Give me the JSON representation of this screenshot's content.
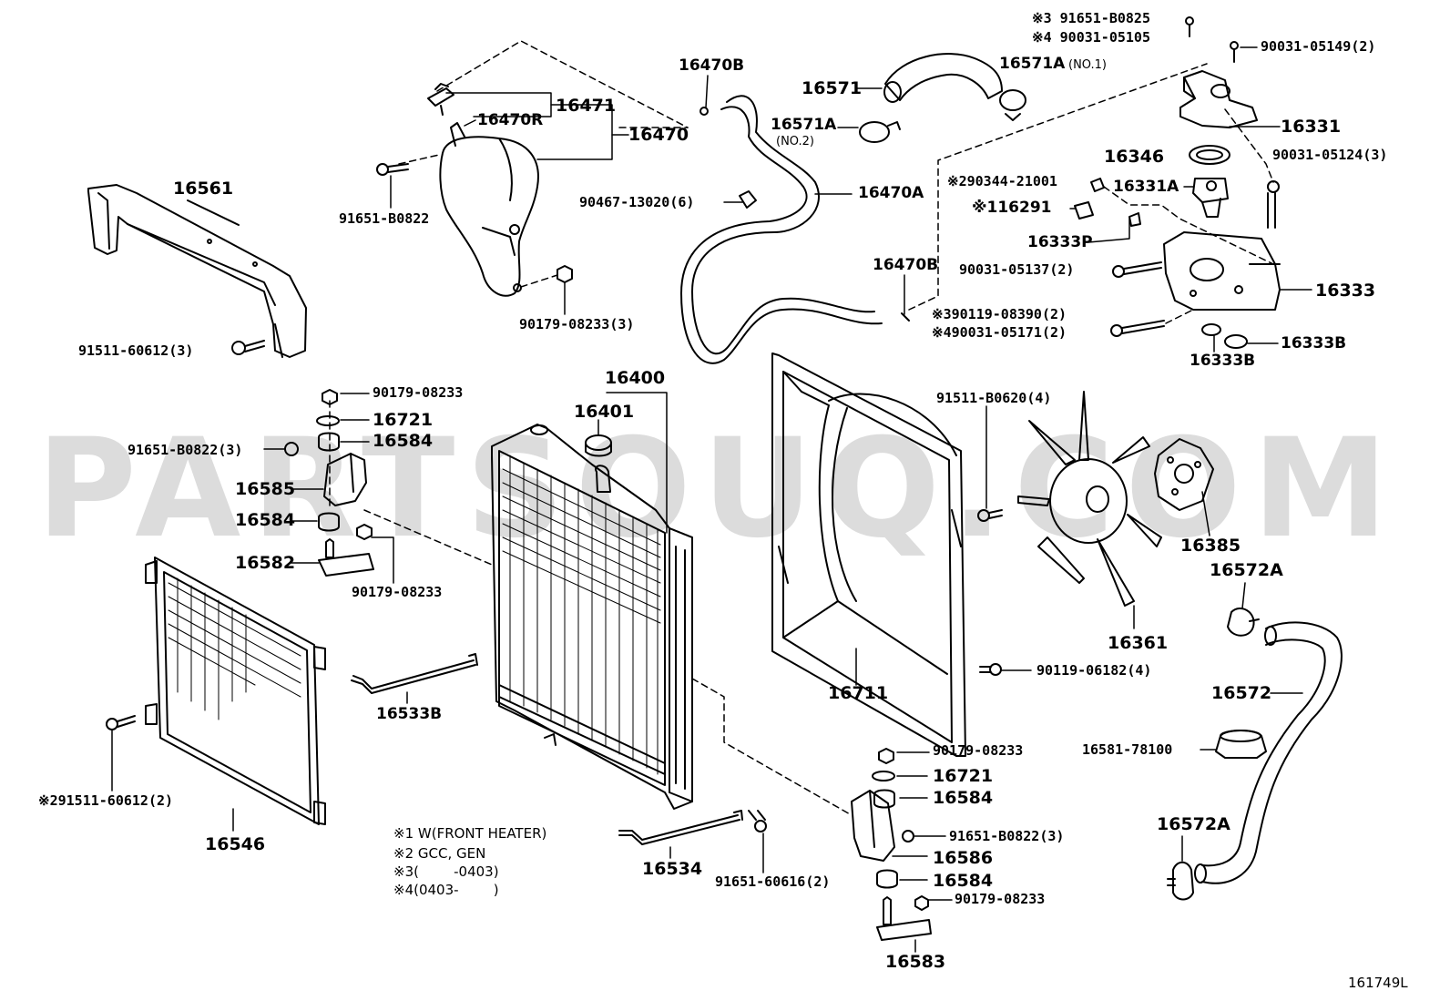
{
  "watermark": "PARTSOUQ.COM",
  "diagram_id": "161749L",
  "notes": [
    "※1 W(FRONT HEATER)",
    "※2 GCC, GEN",
    "※3(        -0403)",
    "※4(0403-        )"
  ],
  "labels": {
    "p16470B_top": "16470B",
    "p16471": "16471",
    "p16470R": "16470R",
    "p16470": "16470",
    "p91651B0822_a": "91651-B0822",
    "p90467": "90467-13020(6)",
    "p16470A": "16470A",
    "p16470B_mid": "16470B",
    "p90179_08233_3": "90179-08233(3)",
    "p16561": "16561",
    "p91511_60612_3": "91511-60612(3)",
    "p16571": "16571",
    "p16571A_no1": "16571A",
    "no1": "(NO.1)",
    "p16571A_no2": "16571A",
    "no2": "(NO.2)",
    "s3": "※3 91651-B0825",
    "s4": "※4 90031-05105",
    "p90031_05149": "90031-05149(2)",
    "p16331": "16331",
    "p16346": "16346",
    "p90031_05124": "90031-05124(3)",
    "s2_90344": "※290344-21001",
    "p16331A": "16331A",
    "s1_16291": "※116291",
    "p16333P": "16333P",
    "p90031_05137": "90031-05137(2)",
    "p16333": "16333",
    "s3_90119": "※390119-08390(2)",
    "s4_90031": "※490031-05171(2)",
    "p16333B_r": "16333B",
    "p16333B_b": "16333B",
    "p90179_a": "90179-08233",
    "p16721_a": "16721",
    "p91651B0822_3": "91651-B0822(3)",
    "p16584_a": "16584",
    "p16585": "16585",
    "p16584_b": "16584",
    "p16582": "16582",
    "p90179_b": "90179-08233",
    "p16400": "16400",
    "p16401": "16401",
    "p91511B0620": "91511-B0620(4)",
    "p16385": "16385",
    "p16572A_top": "16572A",
    "p16361": "16361",
    "p90119_06182": "90119-06182(4)",
    "p16711": "16711",
    "p16572": "16572",
    "p16533B": "16533B",
    "p16581": "16581-78100",
    "p90179_c": "90179-08233",
    "p16721_b": "16721",
    "p16584_c": "16584",
    "s2_91511": "※291511-60612(2)",
    "p16546": "16546",
    "p91651B0822_3b": "91651-B0822(3)",
    "p16586": "16586",
    "p16584_d": "16584",
    "p16534": "16534",
    "p91651_60616": "91651-60616(2)",
    "p90179_d": "90179-08233",
    "p16572A_bot": "16572A",
    "p16583": "16583"
  }
}
